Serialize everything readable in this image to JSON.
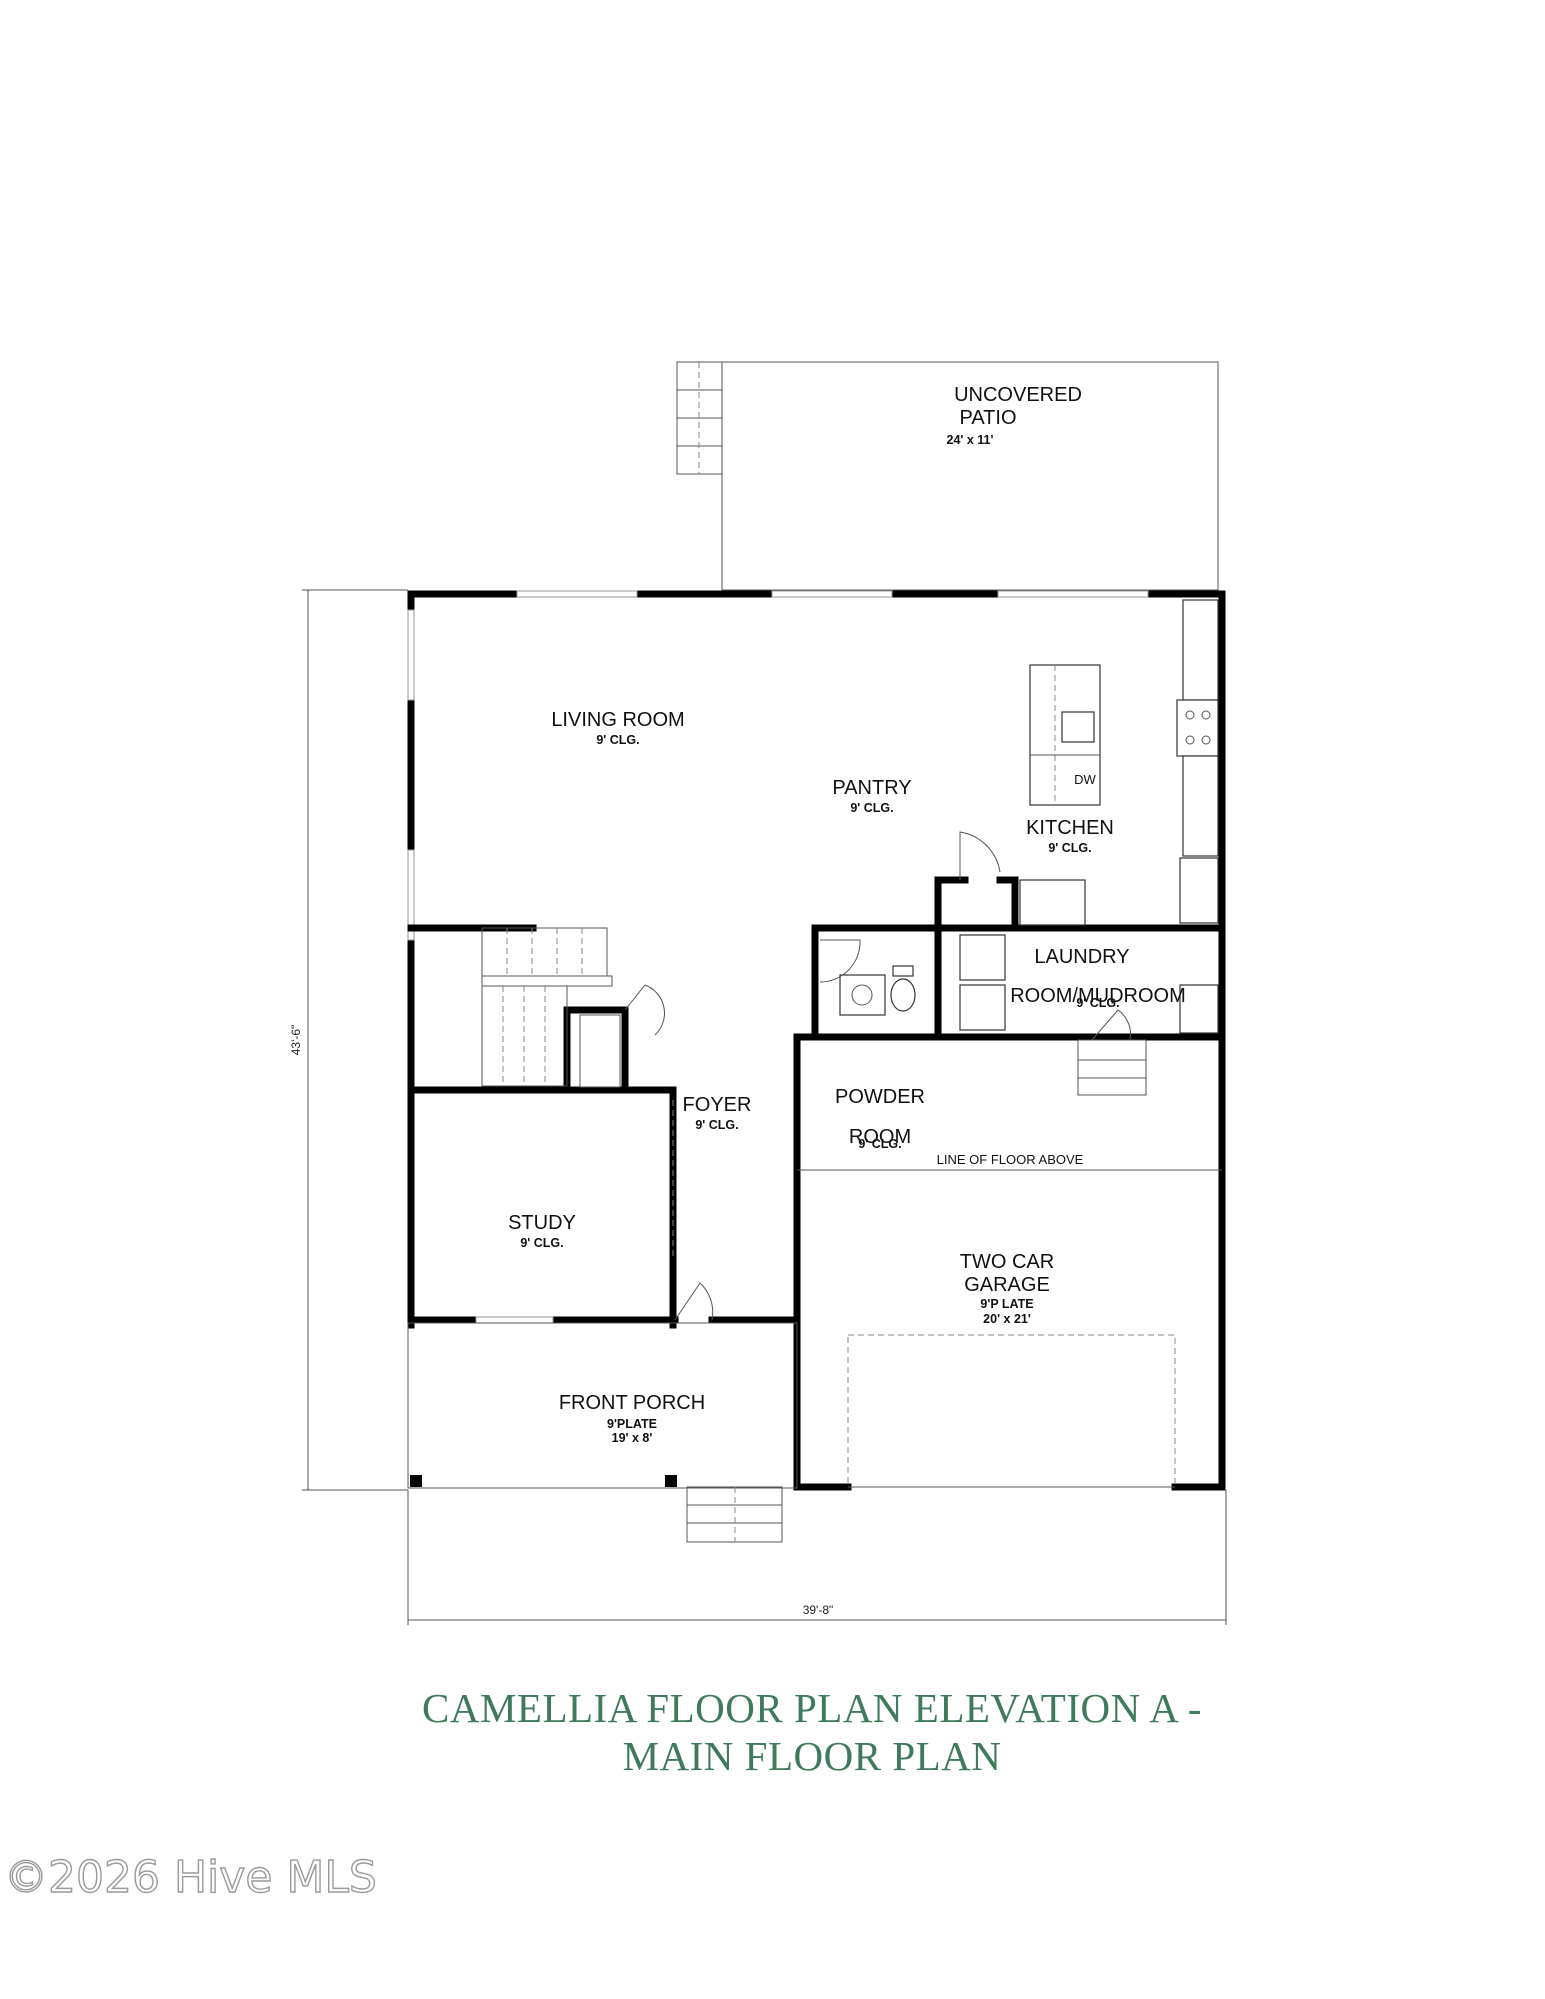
{
  "rooms": {
    "patio": {
      "name_1": "UNCOVERED",
      "name_2": "PATIO",
      "size": "24' x 11'"
    },
    "living": {
      "name": "LIVING ROOM",
      "ceiling": "9' CLG."
    },
    "pantry": {
      "name": "PANTRY",
      "ceiling": "9' CLG."
    },
    "kitchen": {
      "name": "KITCHEN",
      "ceiling": "9' CLG.",
      "appliance": "DW"
    },
    "laundry": {
      "name_1": "LAUNDRY",
      "name_2": "ROOM/MUDROOM",
      "ceiling": "9' CLG."
    },
    "foyer": {
      "name": "FOYER",
      "ceiling": "9' CLG."
    },
    "powder": {
      "name_1": "POWDER",
      "name_2": "ROOM",
      "ceiling": "9' CLG."
    },
    "study": {
      "name": "STUDY",
      "ceiling": "9' CLG."
    },
    "garage": {
      "name_1": "TWO CAR",
      "name_2": "GARAGE",
      "plate": "9'P LATE",
      "size": "20' x 21'",
      "note": "LINE OF FLOOR ABOVE"
    },
    "porch": {
      "name": "FRONT PORCH",
      "plate": "9'PLATE",
      "size": "19' x 8'"
    }
  },
  "dimensions": {
    "depth": "43'-6\"",
    "width": "39'-8\""
  },
  "title": {
    "line_1": "CAMELLIA FLOOR PLAN ELEVATION A -",
    "line_2": "MAIN FLOOR PLAN"
  },
  "copyright": "©2026 Hive MLS",
  "colors": {
    "title": "#3f7a5c",
    "walls": "#000000",
    "copyright": "#9a9a9a"
  }
}
